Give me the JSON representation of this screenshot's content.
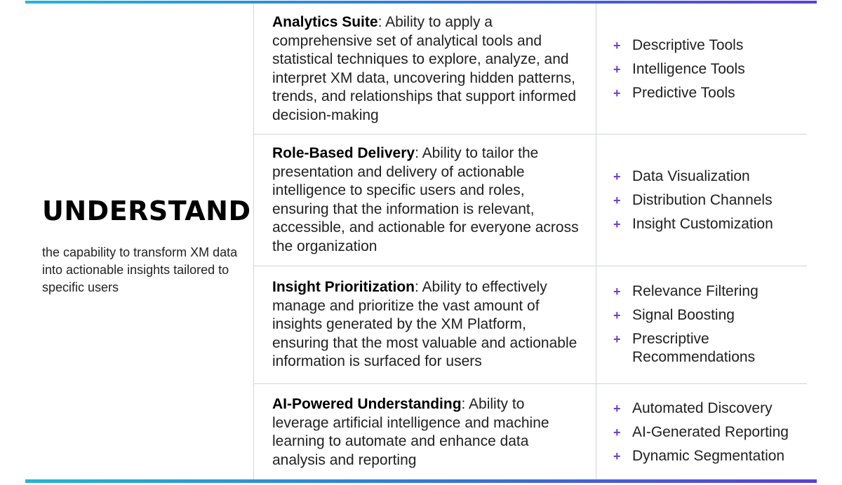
{
  "category": {
    "title": "UNDERSTAND",
    "subtitle": "the capability to transform XM data into actionable insights tailored to specific users"
  },
  "capabilities": [
    {
      "term": "Analytics Suite",
      "description": ": Ability to apply a comprehensive set of analytical tools and statistical techniques to explore, analyze, and interpret XM data, uncovering hidden patterns, trends, and relationships that support informed decision-making",
      "features": [
        "Descriptive Tools",
        "Intelligence Tools",
        "Predictive Tools"
      ]
    },
    {
      "term": "Role-Based Delivery",
      "description": ": Ability to tailor the presentation and delivery of actionable intelligence to specific users and roles, ensuring that the information is relevant, accessible, and actionable for everyone across the organization",
      "features": [
        "Data Visualization",
        "Distribution Channels",
        "Insight Customization"
      ]
    },
    {
      "term": "Insight Prioritization",
      "description": ": Ability to effectively manage and prioritize the vast amount of insights generated by the XM Platform, ensuring that the most valuable and actionable information is surfaced for users",
      "features": [
        "Relevance Filtering",
        "Signal Boosting",
        "Prescriptive Recommendations"
      ]
    },
    {
      "term": "AI-Powered Understanding",
      "description": ": Ability to leverage artificial intelligence and machine learning to automate and enhance data analysis and reporting",
      "features": [
        "Automated Discovery",
        "AI-Generated Reporting",
        "Dynamic Segmentation"
      ]
    }
  ],
  "colors": {
    "bullet": "#6b3fd4",
    "gradient_start": "#22b5d6",
    "gradient_end": "#5b3fd6",
    "divider": "#cfd6dd"
  },
  "icons": {
    "bullet": "plus-icon"
  }
}
